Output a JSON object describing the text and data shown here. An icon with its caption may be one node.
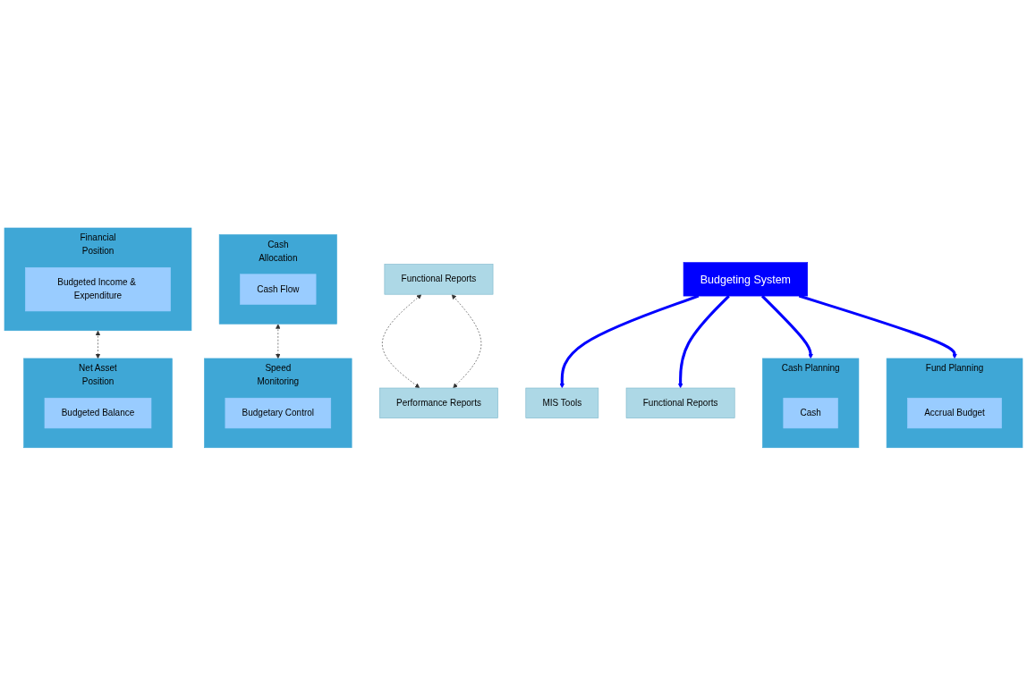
{
  "diagram": {
    "nodes": [
      {
        "text": [
          "Functional Reports"
        ]
      },
      {
        "text": [
          "MIS Tools"
        ]
      },
      {
        "text": [
          "Cash",
          "Allocation"
        ]
      },
      {
        "text": [
          "Cash Flow"
        ],
        "in": 2
      },
      {
        "text": [
          "Financial",
          "Position"
        ]
      },
      {
        "text": [
          "Budgeted Income & Expenditure"
        ],
        "in": 4
      },
      {
        "text": [
          "Cash Planning"
        ]
      },
      {
        "text": [
          "Cash"
        ],
        "in": 6
      },
      {
        "text": [
          "Budgeting System"
        ]
      },
      {
        "text": [
          "Fund Planning"
        ]
      },
      {
        "text": [
          "Accrual Budget"
        ],
        "in": 9
      },
      {
        "text": [
          "Speed",
          "Monitoring"
        ]
      },
      {
        "text": [
          "Budgetary Control"
        ],
        "in": 11
      },
      {
        "text": [
          "Net Asset",
          "Position"
        ]
      },
      {
        "text": [
          "Budgeted Balance"
        ],
        "in": 13
      },
      {
        "text": [
          "Functional Reports"
        ]
      },
      {
        "text": [
          "Performance Reports"
        ]
      }
    ],
    "edges": [
      {
        "from": 0,
        "to": 16,
        "arrow": "both",
        "style": "dashed"
      },
      {
        "from": 0,
        "to": 16,
        "arrow": "both",
        "style": "dashed"
      },
      {
        "from": 2,
        "to": 11,
        "arrow": "both",
        "style": "dashed"
      },
      {
        "from": 4,
        "to": 13,
        "arrow": "both",
        "style": "dashed"
      },
      {
        "from": 8,
        "to": 1,
        "arrow": "to",
        "style": "thick",
        "color": "#0000ff"
      },
      {
        "from": 8,
        "to": 6,
        "arrow": "to",
        "style": "thick",
        "color": "#0000ff"
      },
      {
        "from": 8,
        "to": 9,
        "arrow": "to",
        "style": "thick",
        "color": "#0000ff"
      },
      {
        "from": 8,
        "to": 15,
        "arrow": "to",
        "style": "thick",
        "color": "#0000ff"
      }
    ]
  }
}
